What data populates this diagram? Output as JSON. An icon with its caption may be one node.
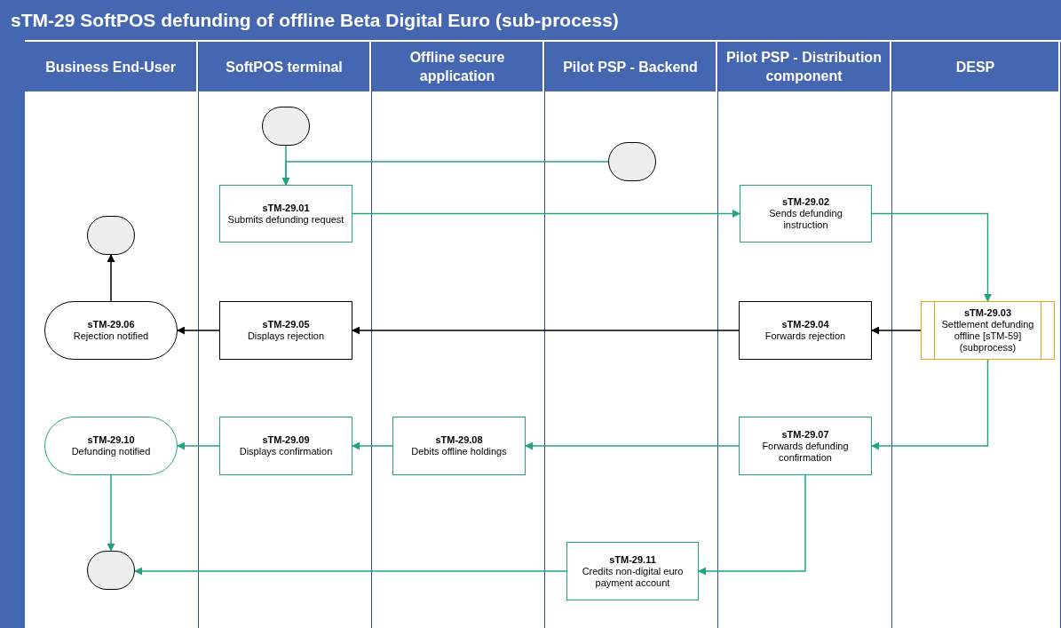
{
  "diagram": {
    "title": "sTM-29 SoftPOS defunding of offline Beta Digital Euro (sub-process)",
    "nodes": [
      {
        "text": [
          "Business End-User"
        ]
      },
      {
        "text": [
          "SoftPOS terminal"
        ]
      },
      {
        "text": [
          "Offline secure application"
        ]
      },
      {
        "text": [
          "Pilot PSP - Backend"
        ]
      },
      {
        "text": [
          "Pilot PSP - Distribution component"
        ]
      },
      {
        "text": [
          "DESP"
        ]
      },
      {
        "text": [],
        "shape": "terminator",
        "in": 1
      },
      {
        "text": [],
        "shape": "terminator",
        "in": 3
      },
      {
        "text": [
          "sTM-29.01",
          "Submits defunding request"
        ],
        "in": 1
      },
      {
        "text": [
          "sTM-29.02",
          "Sends defunding instruction"
        ],
        "in": 4
      },
      {
        "text": [],
        "shape": "terminator",
        "in": 0
      },
      {
        "text": [
          "sTM-29.03",
          "Settlement defunding offline [sTM-59] (subprocess)"
        ],
        "in": 5
      },
      {
        "text": [
          "sTM-29.04",
          "Forwards rejection"
        ],
        "in": 4
      },
      {
        "text": [
          "sTM-29.05",
          "Displays rejection"
        ],
        "in": 1
      },
      {
        "text": [
          "sTM-29.06",
          "Rejection notified"
        ],
        "in": 0
      },
      {
        "text": [
          "sTM-29.07",
          "Forwards defunding confirmation"
        ],
        "in": 4
      },
      {
        "text": [
          "sTM-29.08",
          "Debits offline holdings"
        ],
        "in": 2
      },
      {
        "text": [
          "sTM-29.09",
          "Displays confirmation"
        ],
        "in": 1
      },
      {
        "text": [
          "sTM-29.10",
          "Defunding notified"
        ],
        "in": 0
      },
      {
        "text": [
          "sTM-29.11",
          "Credits non-digital euro payment account"
        ],
        "in": 3
      },
      {
        "text": [],
        "shape": "terminator",
        "in": 0
      }
    ],
    "edges": [
      {
        "from": 6,
        "to": 8,
        "arrow": "to"
      },
      {
        "from": 7,
        "to": 8,
        "arrow": "to"
      },
      {
        "from": 8,
        "to": 9,
        "arrow": "to"
      },
      {
        "from": 9,
        "to": 11,
        "arrow": "to"
      },
      {
        "from": 11,
        "to": 12,
        "arrow": "to",
        "color": "#000000"
      },
      {
        "from": 12,
        "to": 13,
        "arrow": "to",
        "color": "#000000"
      },
      {
        "from": 13,
        "to": 14,
        "arrow": "to",
        "color": "#000000"
      },
      {
        "from": 14,
        "to": 10,
        "arrow": "to",
        "color": "#000000"
      },
      {
        "from": 11,
        "to": 15,
        "arrow": "to"
      },
      {
        "from": 15,
        "to": 16,
        "arrow": "to"
      },
      {
        "from": 16,
        "to": 17,
        "arrow": "to"
      },
      {
        "from": 17,
        "to": 18,
        "arrow": "to"
      },
      {
        "from": 18,
        "to": 20,
        "arrow": "to"
      },
      {
        "from": 15,
        "to": 19,
        "arrow": "to"
      },
      {
        "from": 19,
        "to": 20,
        "arrow": "to"
      }
    ]
  }
}
